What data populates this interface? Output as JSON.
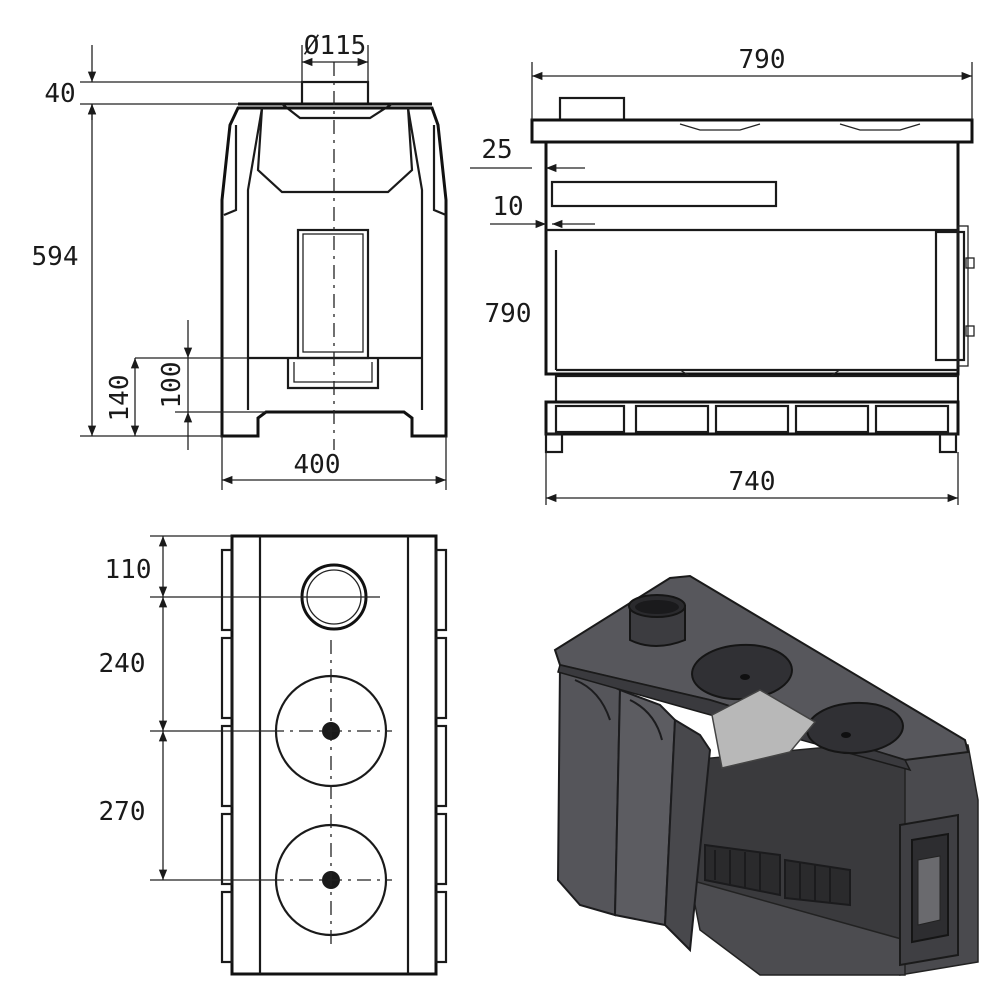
{
  "front_view": {
    "flue_diameter": "Ø115",
    "flue_height": "40",
    "body_height": "594",
    "base_height": "140",
    "ash_height": "100",
    "width": "400"
  },
  "side_view": {
    "overall_length": "790",
    "top_offset": "25",
    "baffle_offset": "10",
    "height": "790",
    "base_length": "740"
  },
  "top_view": {
    "flue_offset": "110",
    "hob1_spacing": "240",
    "hob2_spacing": "270"
  },
  "colors": {
    "line": "#1a1a1a",
    "render_dark": "#3d3d40",
    "render_mid": "#5a5a5e",
    "render_light": "#b8b8b8"
  }
}
